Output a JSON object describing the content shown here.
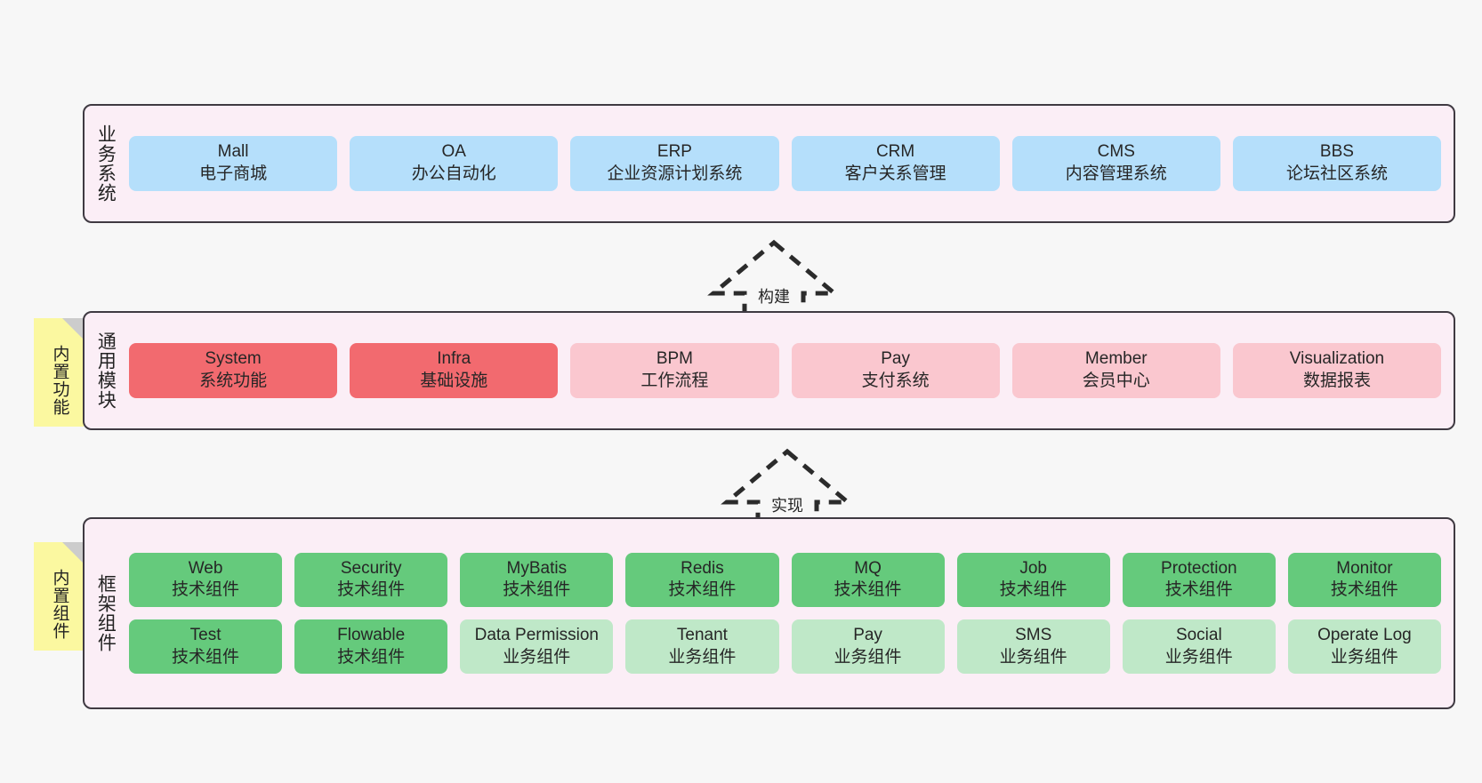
{
  "diagram": {
    "background": "#f7f7f7",
    "band_fill": "#fbeef6",
    "band_border": "#3f3a42",
    "colors": {
      "business": "#b5dffb",
      "module_core": "#f26a6f",
      "module_extra": "#fac7cf",
      "framework_tech": "#65ca7c",
      "framework_biz": "#bfe8c8",
      "sticky": "#fbf8a0"
    }
  },
  "bands": {
    "business": {
      "title": "业务系统",
      "nodes": [
        {
          "title": "Mall",
          "sub": "电子商城"
        },
        {
          "title": "OA",
          "sub": "办公自动化"
        },
        {
          "title": "ERP",
          "sub": "企业资源计划系统"
        },
        {
          "title": "CRM",
          "sub": "客户关系管理"
        },
        {
          "title": "CMS",
          "sub": "内容管理系统"
        },
        {
          "title": "BBS",
          "sub": "论坛社区系统"
        }
      ]
    },
    "modules": {
      "title": "通用模块",
      "sticky": "内置功能",
      "nodes": [
        {
          "title": "System",
          "sub": "系统功能"
        },
        {
          "title": "Infra",
          "sub": "基础设施"
        },
        {
          "title": "BPM",
          "sub": "工作流程"
        },
        {
          "title": "Pay",
          "sub": "支付系统"
        },
        {
          "title": "Member",
          "sub": "会员中心"
        },
        {
          "title": "Visualization",
          "sub": "数据报表"
        }
      ]
    },
    "framework": {
      "title": "框架组件",
      "sticky": "内置组件",
      "row1": [
        {
          "title": "Web",
          "sub": "技术组件"
        },
        {
          "title": "Security",
          "sub": "技术组件"
        },
        {
          "title": "MyBatis",
          "sub": "技术组件"
        },
        {
          "title": "Redis",
          "sub": "技术组件"
        },
        {
          "title": "MQ",
          "sub": "技术组件"
        },
        {
          "title": "Job",
          "sub": "技术组件"
        },
        {
          "title": "Protection",
          "sub": "技术组件"
        },
        {
          "title": "Monitor",
          "sub": "技术组件"
        }
      ],
      "row2": [
        {
          "title": "Test",
          "sub": "技术组件"
        },
        {
          "title": "Flowable",
          "sub": "技术组件"
        },
        {
          "title": "Data Permission",
          "sub": "业务组件"
        },
        {
          "title": "Tenant",
          "sub": "业务组件"
        },
        {
          "title": "Pay",
          "sub": "业务组件"
        },
        {
          "title": "SMS",
          "sub": "业务组件"
        },
        {
          "title": "Social",
          "sub": "业务组件"
        },
        {
          "title": "Operate Log",
          "sub": "业务组件"
        }
      ]
    }
  },
  "arrows": [
    {
      "label": "构建"
    },
    {
      "label": "实现"
    }
  ]
}
